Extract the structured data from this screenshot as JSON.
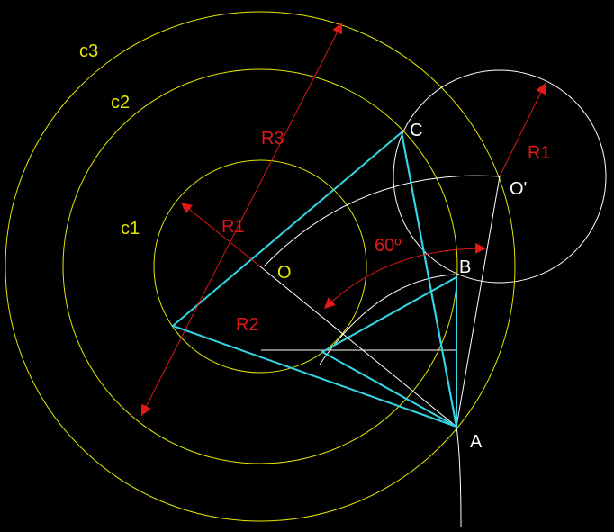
{
  "colors": {
    "background": "#000000",
    "circles": "#e6e600",
    "dimension": "#e01818",
    "construction": "#ffffff",
    "triangle": "#33d6e6"
  },
  "labels": {
    "c1": "c1",
    "c2": "c2",
    "c3": "c3",
    "R1_center": "R1",
    "R2": "R2",
    "R3": "R3",
    "R1_right": "R1",
    "angle": "60º",
    "O": "O",
    "O_prime": "O'",
    "A": "A",
    "B": "B",
    "C": "C"
  }
}
